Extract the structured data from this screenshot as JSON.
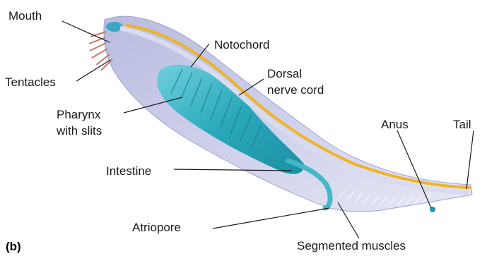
{
  "panel_label": "(b)",
  "labels": {
    "mouth": "Mouth",
    "tentacles": "Tentacles",
    "notochord": "Notochord",
    "dorsal_nerve_cord": [
      "Dorsal",
      "nerve cord"
    ],
    "pharynx": [
      "Pharynx",
      "with slits"
    ],
    "intestine": "Intestine",
    "atriopore": "Atriopore",
    "anus": "Anus",
    "tail": "Tail",
    "segmented_muscles": "Segmented muscles"
  },
  "colors": {
    "body": "#c7c9e6",
    "nerve_cord": "#f0b323",
    "pharynx": "#2fb3c4",
    "tentacles": "#d08a7a",
    "leader_line": "#1a1a1a"
  }
}
